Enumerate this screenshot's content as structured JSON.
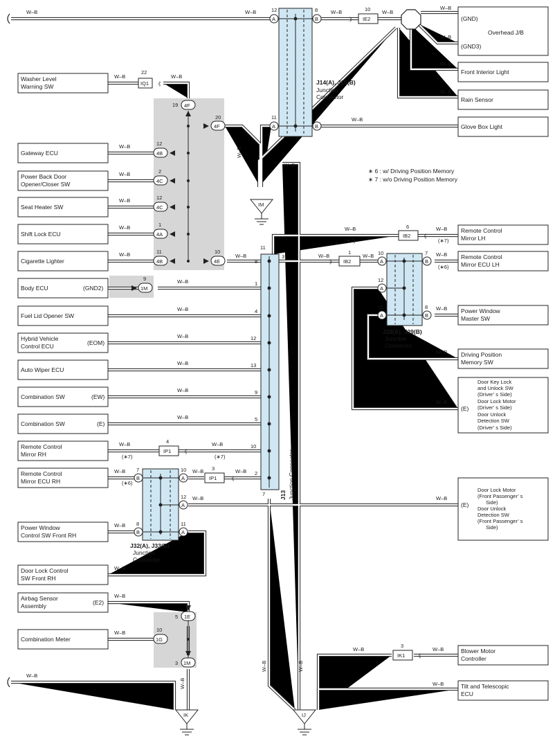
{
  "wire_color": "W–B",
  "junction_connectors": {
    "j14_label": "J14(A), J15(B)",
    "j14_sub": "Junction",
    "j14_sub2": "Connector",
    "j13_label": "J13",
    "j13_sub": "Junction Connector",
    "j28_label": "J28(A), J29(B)",
    "j28_sub": "Junction",
    "j28_sub2": "Connector",
    "j32_label": "J32(A), J33(B)",
    "j32_sub": "Junction",
    "j32_sub2": "Connector"
  },
  "notes": {
    "note1": "∗ 6 : w/ Driving Position Memory",
    "note2": "∗ 7 : w/o Driving Position Memory"
  },
  "components_left": {
    "washer": [
      "Washer Level",
      "Warning SW"
    ],
    "gateway": "Gateway ECU",
    "backdoor": [
      "Power Back Door",
      "Opener/Closer SW"
    ],
    "seatheater": "Seat Heater SW",
    "shiftlock": "Shift Lock ECU",
    "cigarette": "Cigarette Lighter",
    "bodyecu": "Body ECU",
    "bodyecu_pin": "(GND2)",
    "fuellid": "Fuel Lid Opener SW",
    "hybrid": [
      "Hybrid Vehicle",
      "Control ECU"
    ],
    "hybrid_pin": "(EOM)",
    "autowiper": "Auto Wiper ECU",
    "combsw1": "Combination SW",
    "combsw1_pin": "(EW)",
    "combsw2": "Combination SW",
    "combsw2_pin": "(E)",
    "rcmirror_rh": [
      "Remote Control",
      "Mirror RH"
    ],
    "rcmirror_ecu_rh": [
      "Remote Control",
      "Mirror ECU RH"
    ],
    "pwcontrol": [
      "Power Window",
      "Control SW Front RH"
    ],
    "doorlock_ctrl": [
      "Door Lock Control",
      "SW Front RH"
    ],
    "airbag": [
      "Airbag Sensor",
      "Assembly"
    ],
    "airbag_pin": "(E2)",
    "combmeter": "Combination Meter"
  },
  "components_right": {
    "overhead": "Overhead J/B",
    "gnd": "(GND)",
    "gnd3": "(GND3)",
    "frontinterior": "Front Interior Light",
    "rainsensor": "Rain Sensor",
    "glovebox": "Glove Box Light",
    "rcmirror_lh": [
      "Remote Control",
      "Mirror LH"
    ],
    "rcmirror_ecu_lh": [
      "Remote Control",
      "Mirror ECU LH"
    ],
    "pwmaster": [
      "Power Window",
      "Master SW"
    ],
    "drivingpos": [
      "Driving Position",
      "Memory SW"
    ],
    "doorkey": [
      "Door Key Lock",
      "and Unlock SW",
      "(Driver’ s Side)",
      "Door Lock Motor",
      "(Driver’ s Side)",
      "Door Unlock",
      "Detection SW",
      "(Driver’ s Side)"
    ],
    "doorkey_pin": "(E)",
    "doorlock_fp": [
      "Door Lock Motor",
      "(Front Passenger’ s",
      "Side)",
      "Door Unlock",
      "Detection SW",
      "(Front Passenger’ s",
      "Side)"
    ],
    "doorlock_fp_pin": "(E)",
    "blower": [
      "Blower Motor",
      "Controller"
    ],
    "tilt": [
      "Tilt and Telescopic",
      "ECU"
    ]
  },
  "connectors": {
    "iq1": "IQ1",
    "ie2": "IE2",
    "ib2a": "IB2",
    "ib2b": "IB2",
    "ip1a": "IP1",
    "ip1b": "IP1",
    "ik1": "IK1",
    "c4f": "4F",
    "c4b": "4B",
    "c4c": "4C",
    "c4a": "4A",
    "c4e": "4E",
    "c1m": "1M",
    "c1e": "1E",
    "c1g": "1G",
    "gnd_im": "IM",
    "gnd_ij": "IJ",
    "gnd_ik": "IK"
  },
  "pins": {
    "p22": "22",
    "p19": "19",
    "p20": "20",
    "p12": "12",
    "p2": "2",
    "p1": "1",
    "p11": "11",
    "p10": "10",
    "p9": "9",
    "p8": "8",
    "p7": "7",
    "p3": "3",
    "p4": "4",
    "p13": "13",
    "p5": "5",
    "p6": "6"
  },
  "letters": {
    "a": "A",
    "b": "B"
  },
  "option_marks": {
    "s6": "(∗6)",
    "s7": "(∗7)"
  }
}
